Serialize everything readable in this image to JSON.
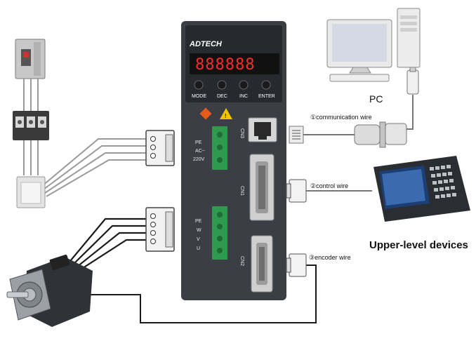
{
  "driver": {
    "brand": "ADTECH",
    "display": "888888",
    "buttons": [
      "MODE",
      "DEC",
      "INC",
      "ENTER"
    ],
    "power_terminal_labels": [
      "PE",
      "AC~",
      "220V"
    ],
    "motor_terminal_labels": [
      "PE",
      "W",
      "V",
      "U"
    ],
    "port_labels": [
      "CN3",
      "CN1",
      "CN2"
    ]
  },
  "pc_label": "PC",
  "wires": {
    "communication": "①communication wire",
    "control": "②control wire",
    "encoder": "③encoder wire"
  },
  "upper_level_label": "Upper-level devices",
  "colors": {
    "driver_body": "#3b3f45",
    "terminal_green": "#2f9a4e",
    "warning_yellow": "#f2c200",
    "warning_orange": "#e85a1a",
    "display_red": "#ff2a2a"
  }
}
